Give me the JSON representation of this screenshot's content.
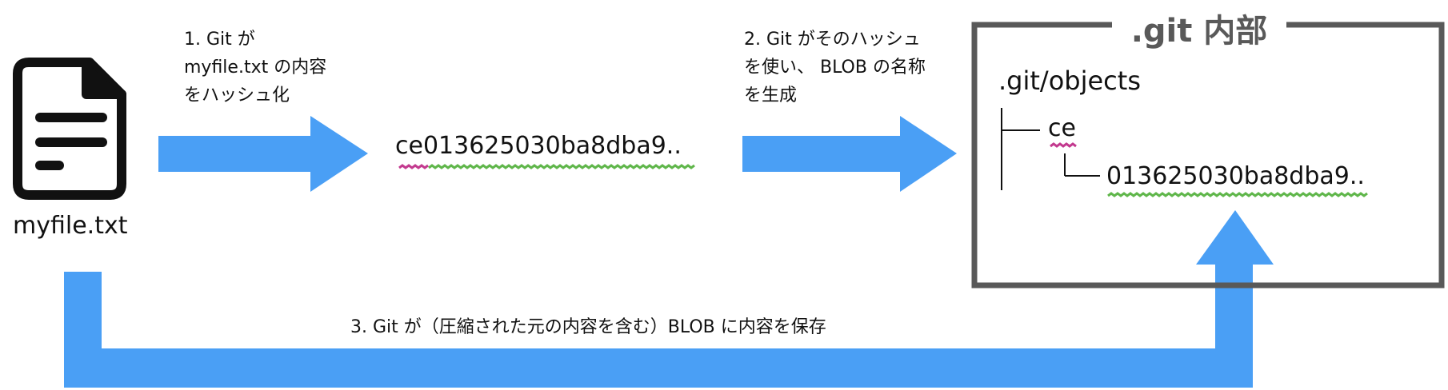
{
  "file": {
    "icon": "document-icon",
    "name": "myfile.txt"
  },
  "steps": {
    "step1": [
      "1. Git が",
      "myfile.txt の内容",
      "をハッシュ化"
    ],
    "step2": [
      "2. Git がそのハッシュ",
      "を使い、 BLOB の名称",
      "を生成"
    ],
    "step3": "3. Git が（圧縮された元の内容を含む）BLOB に内容を保存"
  },
  "hash": {
    "full": "ce013625030ba8dba9..",
    "prefix": "ce",
    "rest": "013625030ba8dba9.."
  },
  "git_box": {
    "title": ".git 内部",
    "objects_dir": ".git/objects"
  },
  "colors": {
    "arrow": "#4a9ff5",
    "box_border": "#595959",
    "prefix_underline": "#c33a8f",
    "rest_underline": "#5fb64a"
  }
}
